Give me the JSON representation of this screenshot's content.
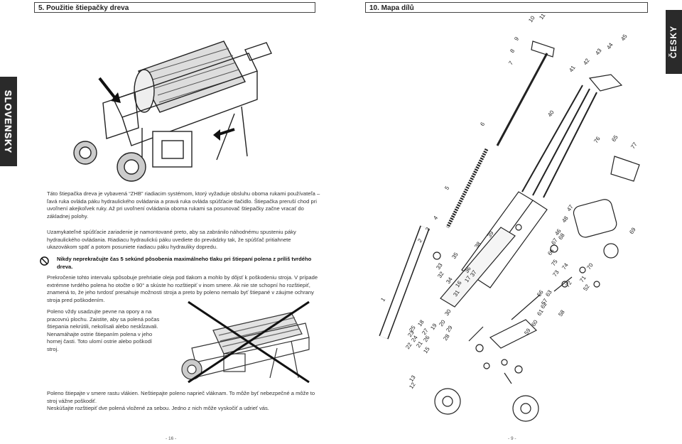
{
  "left_page": {
    "header": "5.  Použitie štiepačky dreva",
    "side_tab": "SLOVENSKY",
    "para1": "Táto štiepačka dreva je vybavená “ZHB” riadiacim systémom, ktorý vyžaduje obsluhu oboma rukami používateľa – ľavá ruka ovláda páku hydraulického ovládania a pravá ruka ovláda spúšťacie tlačidlo. Štiepačka preruší chod pri uvoľnení akejkoľvek ruky. Až pri uvoľnení ovládania oboma rukami sa posunovač štiepačky začne vracať do základnej polohy.",
    "para2": "Uzamykateľné spúšťacie zariadenie je namontované preto, aby sa zabránilo náhodnému spusteniu páky hydraulického ovládania. Riadiacu hydraulickú páku uvediete do prevádzky tak, že spúšťač pritiahnete ukazovákom späť a potom posuniete riadiacu páku hydrauliky dopredu.",
    "warning": "Nikdy neprekračujte čas 5 sekúnd pôsobenia maximálneho tlaku pri štiepaní polena z príliš tvrdého dreva.",
    "para3": "Prekročenie tohto intervalu spôsobuje prehriatie oleja pod tlakom a mohlo by dôjsť k poškodeniu stroja. V prípade extrémne tvrdého polena ho otočte o 90° a skúste ho rozštiepiť v inom smere. Ak nie ste schopní ho rozštiepiť, znamená to, že jeho tvrdosť presahuje možnosti stroja a preto by poleno nemalo byť štiepané v záujme ochrany stroja pred poškodením.",
    "para4": "Poleno vždy usadzujte pevne na opory a na pracovnú plochu. Zaistite, aby sa polená počas štiepania nekrútili, nekolísali alebo neskĺzavali. Nenamáhajte ostrie štiepaním polena v jeho hornej časti. Toto ulomí ostrie alebo poškodí stroj.",
    "para5_line1": "Poleno štiepajte v smere rastu vlákien. Neštiepajte poleno naprieč vláknam. To môže byť nebezpečné a môže to stroj vážne poškodiť.",
    "para5_line2": "Neskúšajte rozštiepiť dve polená vložené za sebou. Jedno z nich môže vyskočiť a udrieť vás.",
    "page_number": "- 16 -"
  },
  "right_page": {
    "header": "10.  Mapa dílů",
    "side_tab": "ČESKY",
    "page_number": "- 9 -",
    "part_numbers": [
      "1",
      "2",
      "3",
      "4",
      "5",
      "6",
      "7",
      "8",
      "9",
      "10",
      "11",
      "12",
      "13",
      "15",
      "16",
      "17",
      "18",
      "19",
      "20",
      "21",
      "22",
      "23",
      "24",
      "25",
      "26",
      "27",
      "28",
      "29",
      "30",
      "31",
      "32",
      "33",
      "34",
      "35",
      "36",
      "37",
      "38",
      "39",
      "40",
      "41",
      "42",
      "43",
      "44",
      "45",
      "46",
      "47",
      "48",
      "52",
      "56",
      "57",
      "58",
      "59",
      "60",
      "61",
      "62",
      "63",
      "65",
      "66",
      "67",
      "68",
      "69",
      "70",
      "71",
      "72",
      "73",
      "74",
      "75",
      "76",
      "77"
    ]
  },
  "colors": {
    "tab_bg": "#2a2a2a",
    "text": "#333333",
    "line": "#222222"
  }
}
